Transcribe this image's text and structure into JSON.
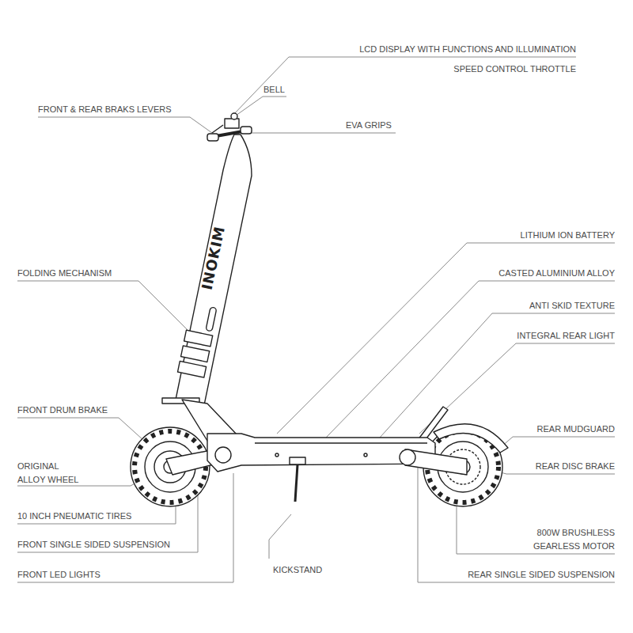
{
  "diagram": {
    "labels": [
      "LCD DISPLAY WITH FUNCTIONS AND ILLUMINATION",
      "SPEED CONTROL THROTTLE",
      "BELL",
      "FRONT & REAR BRAKS LEVERS",
      "EVA GRIPS",
      "LITHIUM ION BATTERY",
      "FOLDING MECHANISM",
      "CASTED ALUMINIUM ALLOY",
      "ANTI SKID TEXTURE",
      "INTEGRAL REAR LIGHT",
      "FRONT DRUM BRAKE",
      "REAR MUDGUARD",
      "ORIGINAL ALLOY WHEEL",
      "REAR DISC BRAKE",
      "10 INCH PNEUMATIC TIRES",
      "800W BRUSHLESS GEARLESS MOTOR",
      "FRONT SINGLE SIDED SUSPENSION",
      "FRONT LED LIGHTS",
      "KICKSTAND",
      "REAR SINGLE SIDED SUSPENSION",
      "INOKIM"
    ]
  }
}
